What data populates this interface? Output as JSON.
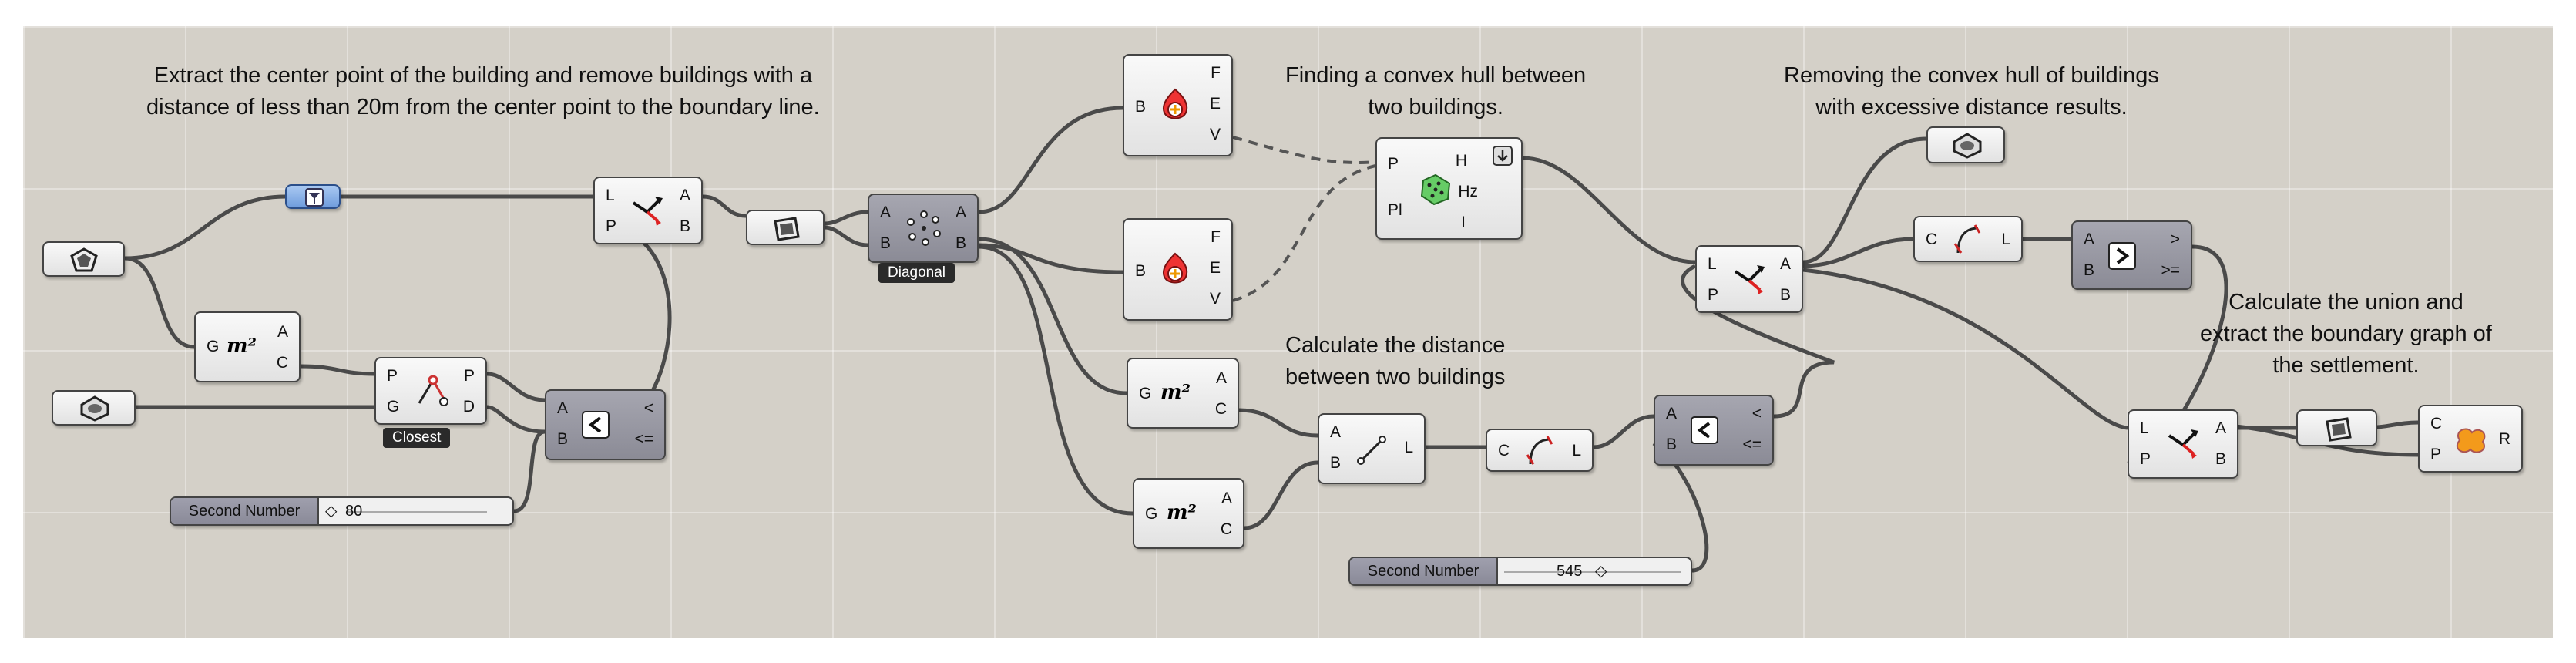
{
  "annotations": {
    "extract_center": "Extract the center point of the building and remove buildings with a\ndistance of less than 20m from the center point to the boundary line.",
    "convex_hull": "Finding a convex hull between\ntwo buildings.",
    "remove_hull": "Removing the convex hull of buildings\nwith excessive distance results.",
    "distance": "Calculate the distance\nbetween two buildings",
    "union": "Calculate the union and\nextract the boundary graph of\nthe settlement."
  },
  "components": {
    "area1": {
      "in": [
        "G"
      ],
      "out": [
        "A",
        "C"
      ],
      "icon": "m²"
    },
    "area2": {
      "in": [
        "G"
      ],
      "out": [
        "A",
        "C"
      ],
      "icon": "m²"
    },
    "area3": {
      "in": [
        "G"
      ],
      "out": [
        "A",
        "C"
      ],
      "icon": "m²"
    },
    "closest": {
      "in": [
        "P",
        "G"
      ],
      "out": [
        "P",
        "D"
      ],
      "label": "Closest"
    },
    "less1": {
      "in": [
        "A",
        "B"
      ],
      "out": [
        "<",
        "<="
      ]
    },
    "dispatch1": {
      "in": [
        "L",
        "P"
      ],
      "out": [
        "A",
        "B"
      ]
    },
    "dispatch2": {
      "in": [
        "L",
        "P"
      ],
      "out": [
        "A",
        "B"
      ]
    },
    "dispatch3": {
      "in": [
        "L",
        "P"
      ],
      "out": [
        "A",
        "B"
      ]
    },
    "diagonal": {
      "in": [
        "A",
        "B"
      ],
      "out": [
        "A",
        "B"
      ],
      "label": "Diagonal"
    },
    "deconstruct1": {
      "in": [
        "B"
      ],
      "out": [
        "F",
        "E",
        "V"
      ]
    },
    "deconstruct2": {
      "in": [
        "B"
      ],
      "out": [
        "F",
        "E",
        "V"
      ]
    },
    "hull": {
      "in": [
        "P",
        "Pl"
      ],
      "out": [
        "H",
        "Hz",
        "I"
      ]
    },
    "line": {
      "in": [
        "A",
        "B"
      ],
      "out": [
        "L"
      ]
    },
    "length1": {
      "in": [
        "C"
      ],
      "out": [
        "L"
      ]
    },
    "length2": {
      "in": [
        "C"
      ],
      "out": [
        "L"
      ]
    },
    "less2": {
      "in": [
        "A",
        "B"
      ],
      "out": [
        "<",
        "<="
      ]
    },
    "larger": {
      "in": [
        "A",
        "B"
      ],
      "out": [
        ">",
        ">="
      ]
    },
    "union": {
      "in": [
        "C",
        "P"
      ],
      "out": [
        "R"
      ]
    }
  },
  "sliders": {
    "s1": {
      "label": "Second Number",
      "value": "80"
    },
    "s2": {
      "label": "Second Number",
      "value": "545"
    }
  },
  "colors": {
    "canvas": "#d4d0c8",
    "component": "#e8e8e8",
    "operator": "#9a9aa6",
    "wire": "#4a4a4a"
  }
}
